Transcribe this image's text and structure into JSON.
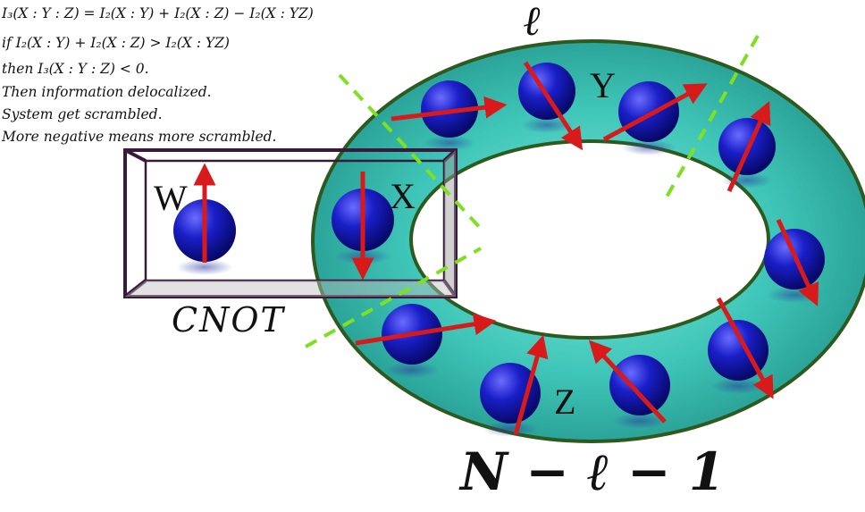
{
  "equations": {
    "line1": "I₃(X : Y : Z) = I₂(X : Y) + I₂(X : Z) − I₂(X : YZ)",
    "line2": "if I₂(X : Y) + I₂(X : Z) > I₂(X : YZ)",
    "line3": "then I₃(X : Y : Z) < 0.",
    "line4": "Then information delocalized.",
    "line5": "System get scrambled.",
    "line6": "More negative means more scrambled."
  },
  "labels": {
    "ell_top": "ℓ",
    "W": "W",
    "X": "X",
    "Y": "Y",
    "Z": "Z",
    "cnot": "CNOT",
    "bottom_formula": "N − ℓ − 1"
  },
  "colors": {
    "torus_fill": "#3fc6b8",
    "torus_edge": "#2d5a1f",
    "sphere": "#1a1fc8",
    "arrow": "#d81a1a",
    "cut_line": "#7ee020",
    "box_edge": "#3a1a3a"
  }
}
